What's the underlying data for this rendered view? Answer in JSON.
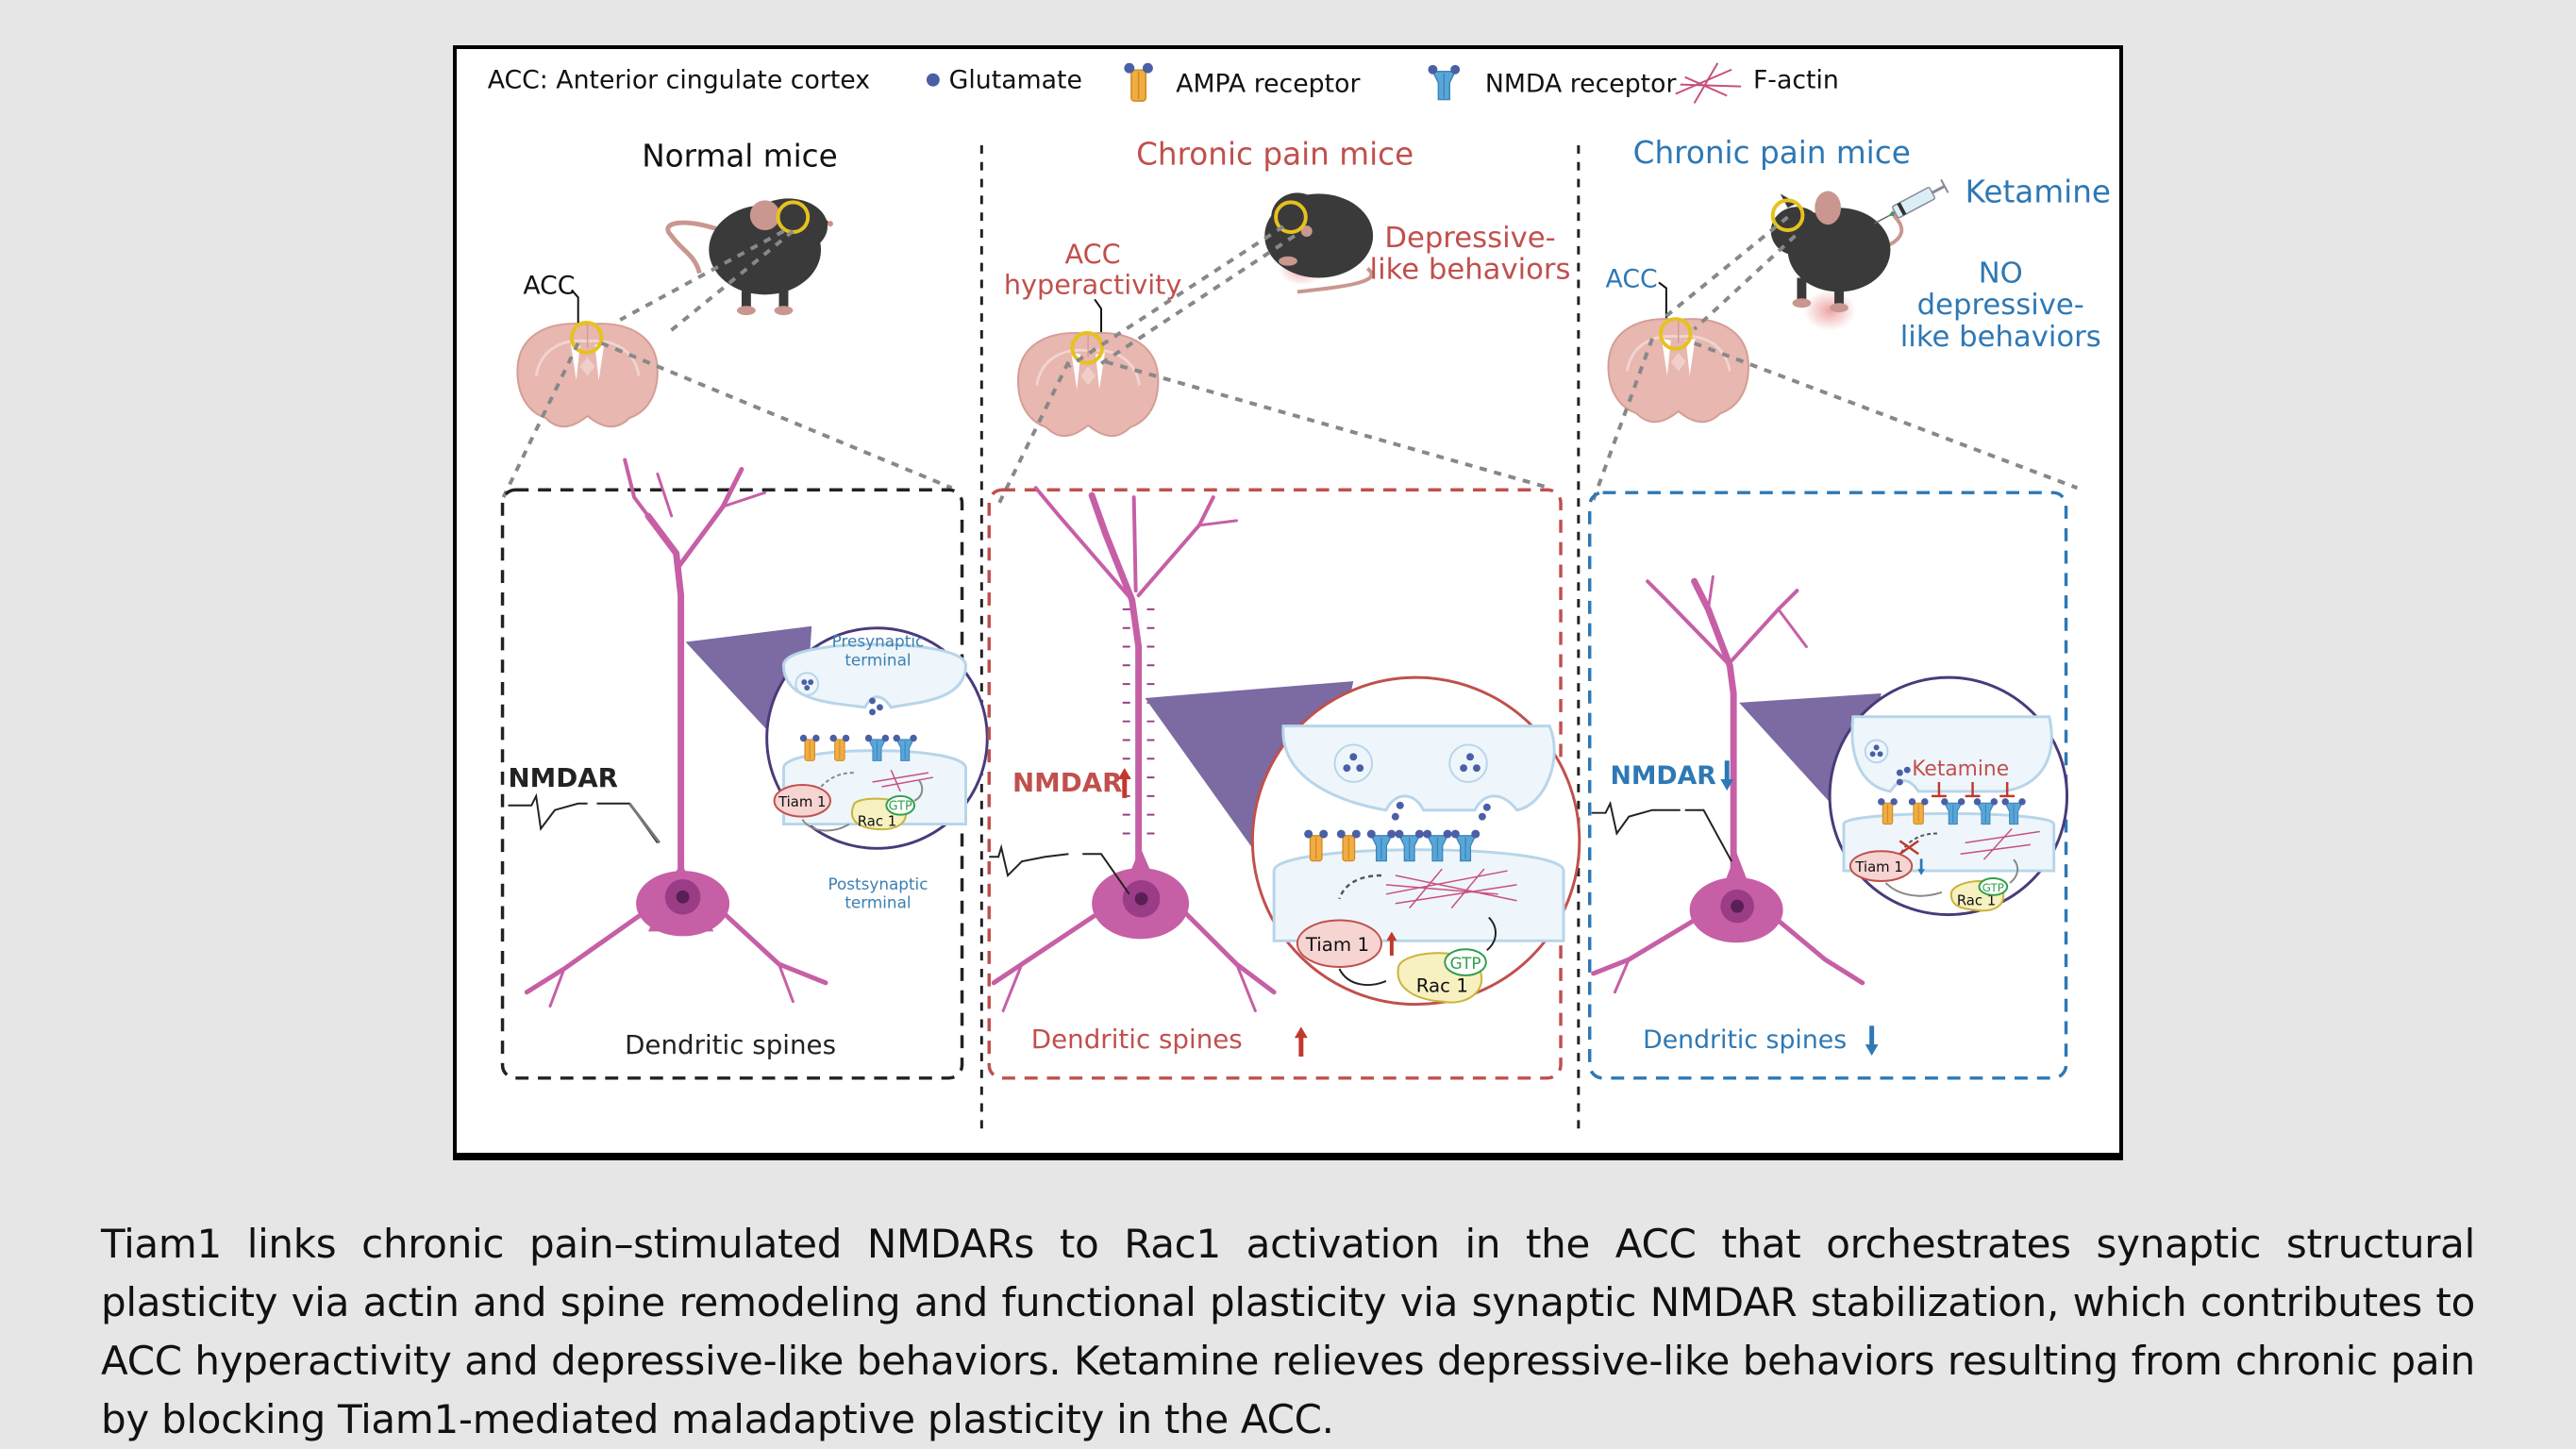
{
  "legend": {
    "acc_definition": "ACC: Anterior cingulate cortex",
    "items": [
      {
        "label": "Glutamate",
        "icon": "glutamate-dot-icon",
        "color": "#4a5fa5"
      },
      {
        "label": "AMPA receptor",
        "icon": "ampa-receptor-icon",
        "color": "#f0ad45"
      },
      {
        "label": "NMDA receptor",
        "icon": "nmda-receptor-icon",
        "color": "#5aa6d8"
      },
      {
        "label": "F-actin",
        "icon": "f-actin-icon",
        "color": "#c8507e"
      }
    ]
  },
  "colors": {
    "normal": "#111111",
    "pain": "#c0504d",
    "ketamine": "#2e78b4",
    "neuron": "#c65fa6",
    "neuron_dark": "#9a3d86",
    "brain": "#e7b7b0",
    "ring": "#e6c21e",
    "mouse": "#3b3a3a",
    "synapse_fill": "#eef6fb",
    "synapse_line": "#b7d5ea",
    "zoom_wedge": "#7c6aa3",
    "tiam_fill": "#f6d4d2",
    "rac_fill": "#f7f0c0",
    "gtp": "#2fa04a",
    "up_arrow": "#c0392b",
    "down_arrow": "#2e78b4"
  },
  "panels": [
    {
      "id": "normal",
      "title": "Normal mice",
      "acc_label": "ACC",
      "nmdar_label": "NMDAR",
      "nmdar_change": "",
      "spines_label": "Dendritic spines",
      "spines_change": "",
      "presynaptic_label": "Presynaptic terminal",
      "postsynaptic_label": "Postsynaptic terminal",
      "tiam_label": "Tiam 1",
      "tiam_change": "",
      "rac_label": "Rac 1",
      "gtp_label": "GTP"
    },
    {
      "id": "pain",
      "title": "Chronic pain  mice",
      "acc_label": "ACC hyperactivity",
      "behavior_label": "Depressive- like behaviors",
      "nmdar_label": "NMDAR",
      "nmdar_change": "up",
      "spines_label": "Dendritic spines",
      "spines_change": "up",
      "tiam_label": "Tiam 1",
      "tiam_change": "up",
      "rac_label": "Rac 1",
      "gtp_label": "GTP"
    },
    {
      "id": "ketamine",
      "title": "Chronic pain mice",
      "drug_label": "Ketamine",
      "acc_label": "ACC",
      "behavior_label": "NO depressive- like behaviors",
      "nmdar_label": "NMDAR",
      "nmdar_change": "down",
      "spines_label": "Dendritic spines",
      "spines_change": "down",
      "synapse_drug_label": "Ketamine",
      "tiam_label": "Tiam 1",
      "tiam_change": "down",
      "rac_label": "Rac 1",
      "gtp_label": "GTP"
    }
  ],
  "caption": "Tiam1 links chronic pain–stimulated NMDARs to Rac1 activation in the ACC that orchestrates synaptic structural plasticity via actin and spine remodeling and functional plasticity via synaptic NMDAR stabilization, which contributes to ACC hyperactivity and depressive-like behaviors. Ketamine relieves depressive-like behaviors resulting from chronic pain by blocking Tiam1-mediated maladaptive plasticity in the ACC."
}
